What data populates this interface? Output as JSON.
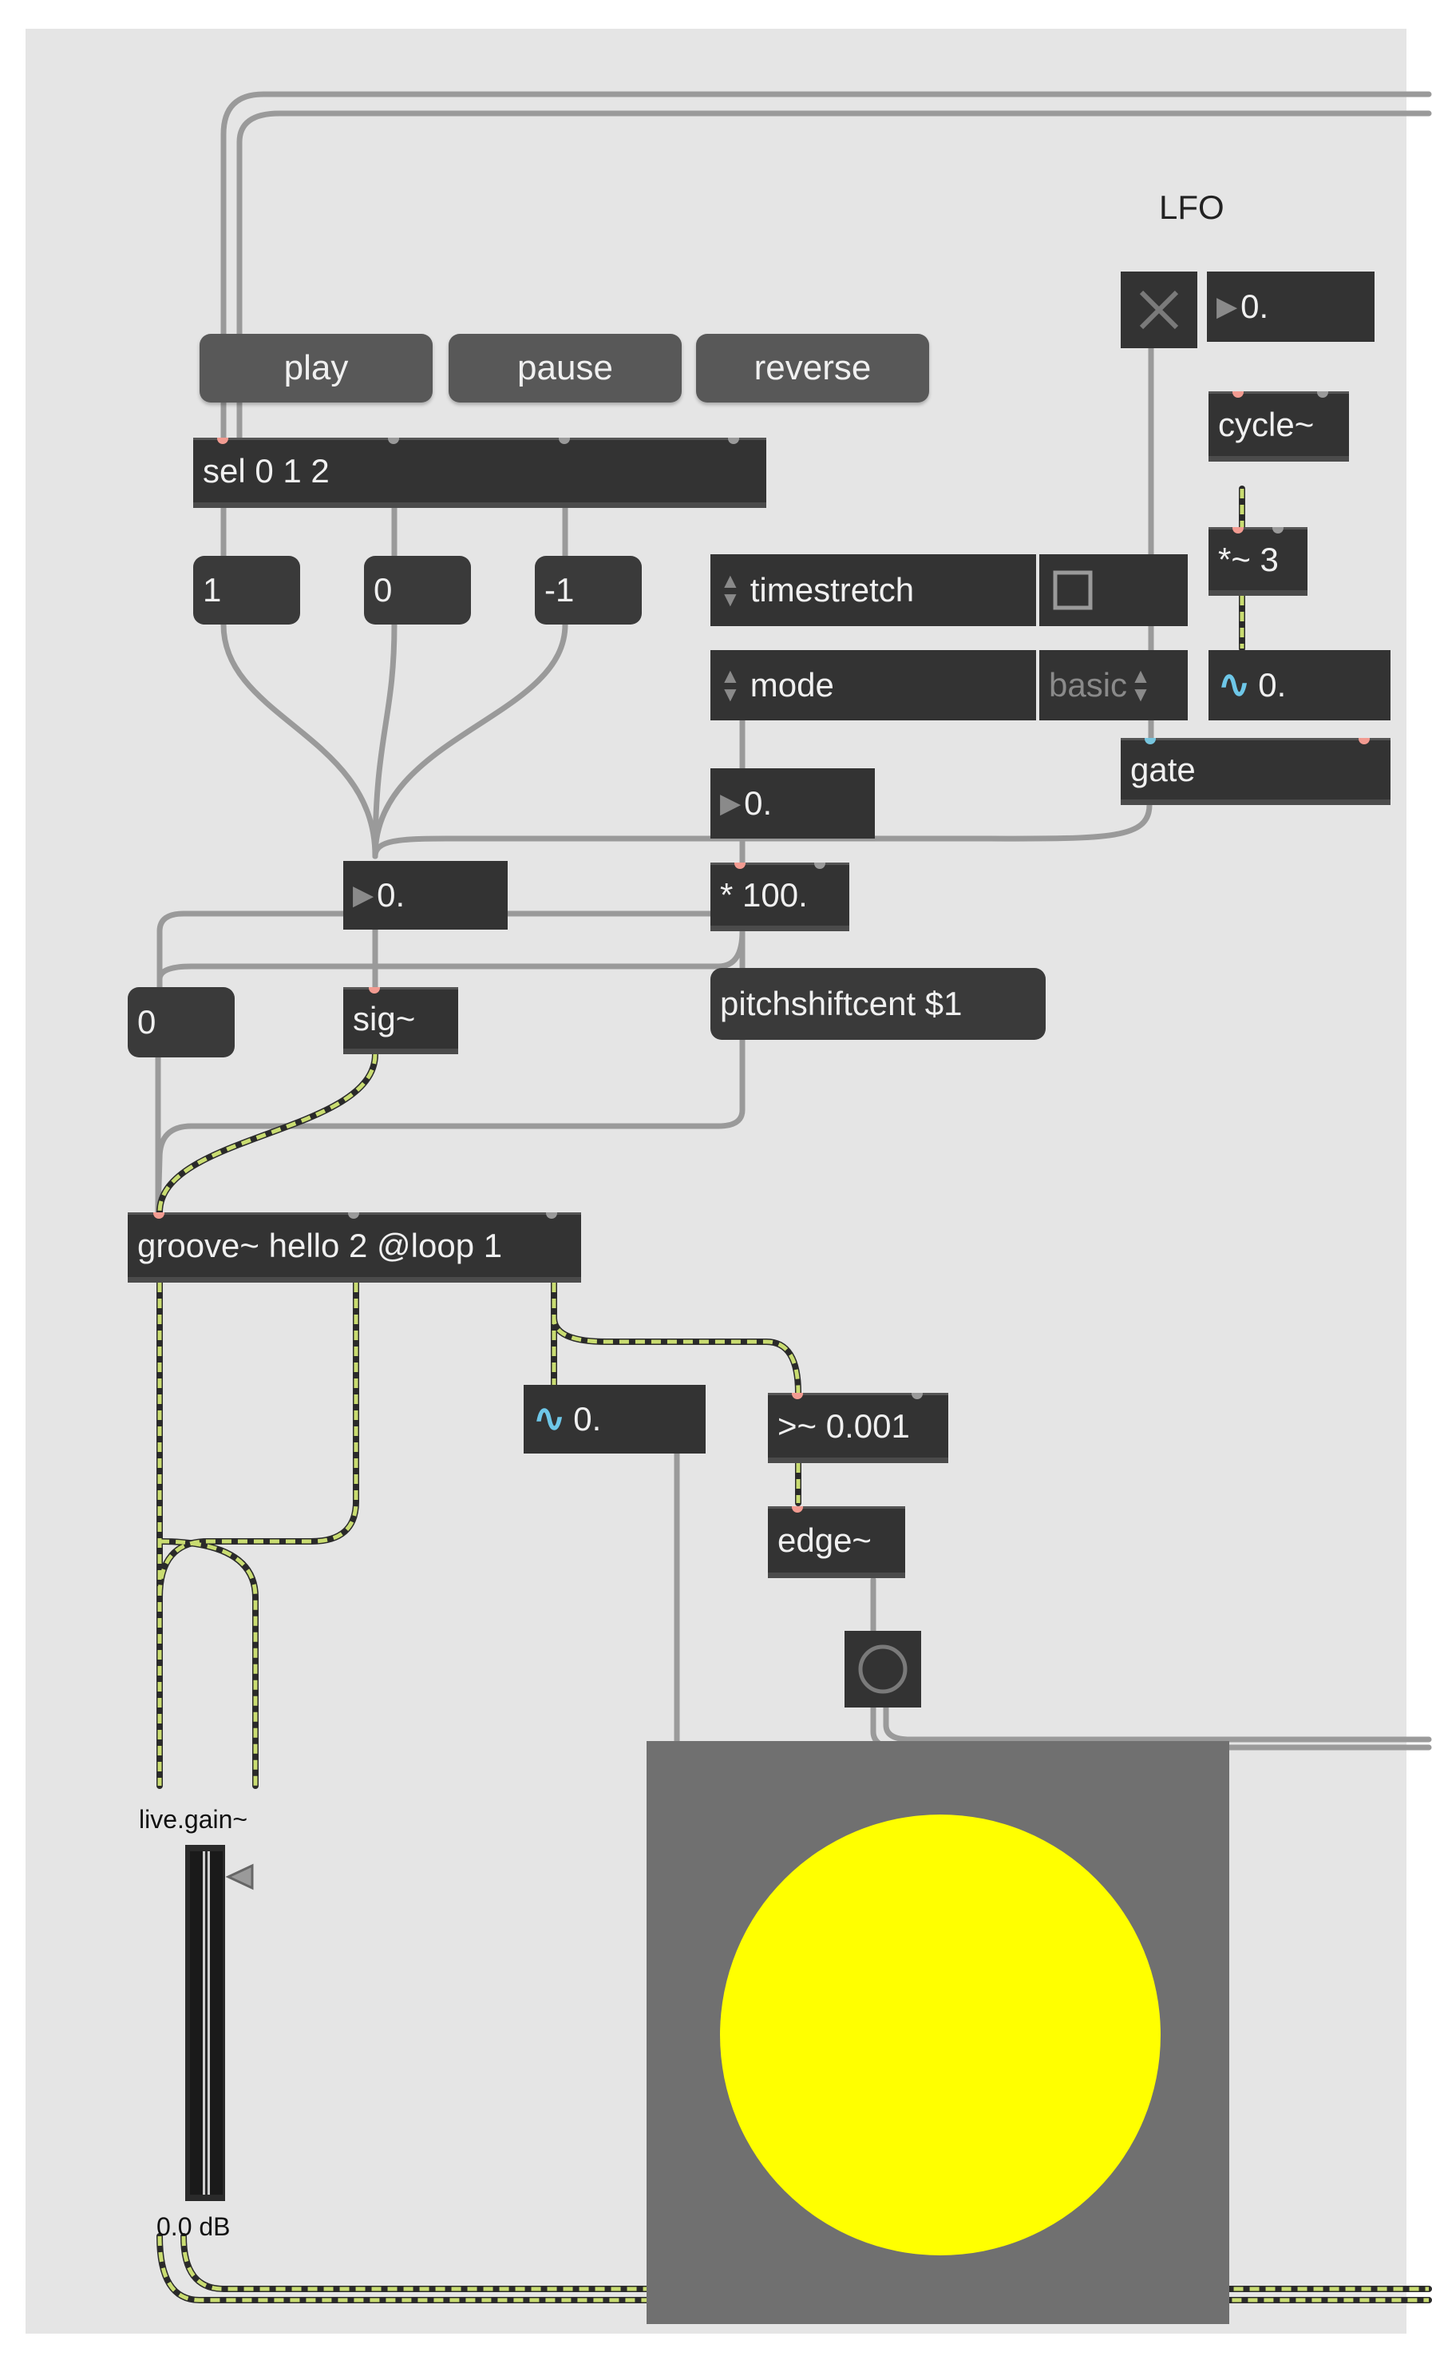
{
  "labels": {
    "lfo": "LFO"
  },
  "buttons": {
    "play": "play",
    "pause": "pause",
    "reverse": "reverse"
  },
  "objects": {
    "sel": "sel 0 1 2",
    "cycle": "cycle~",
    "times3": "*~ 3",
    "gate": "gate",
    "times100": "* 100.",
    "sig": "sig~",
    "groove": "groove~ hello 2 @loop 1",
    "threshold": ">~ 0.001",
    "edge": "edge~"
  },
  "messages": {
    "one": "1",
    "zero": "0",
    "minus_one": "-1",
    "zero_left": "0",
    "pitchshift": "pitchshiftcent $1"
  },
  "numbers": {
    "lfo_freq": "0.",
    "transport_rate": "0.",
    "speed": "0.",
    "lfo_sig": "0.",
    "groove_sig": "0."
  },
  "attrui": {
    "timestretch": {
      "label": "timestretch",
      "value": ""
    },
    "mode": {
      "label": "mode",
      "value": "basic"
    }
  },
  "gain": {
    "label": "live.gain~",
    "value": "0.0 dB"
  },
  "colors": {
    "canvas": "#e5e5e5",
    "object": "#333333",
    "button": "#585858",
    "signal_patchcord": "#c9dc71",
    "control_patchcord": "#9a9a9a",
    "led_on": "#ffff00",
    "panel": "#707070"
  },
  "icons": {
    "toggle_x": "close-icon",
    "toggle_box": "checkbox-icon",
    "bang": "circle-icon"
  }
}
